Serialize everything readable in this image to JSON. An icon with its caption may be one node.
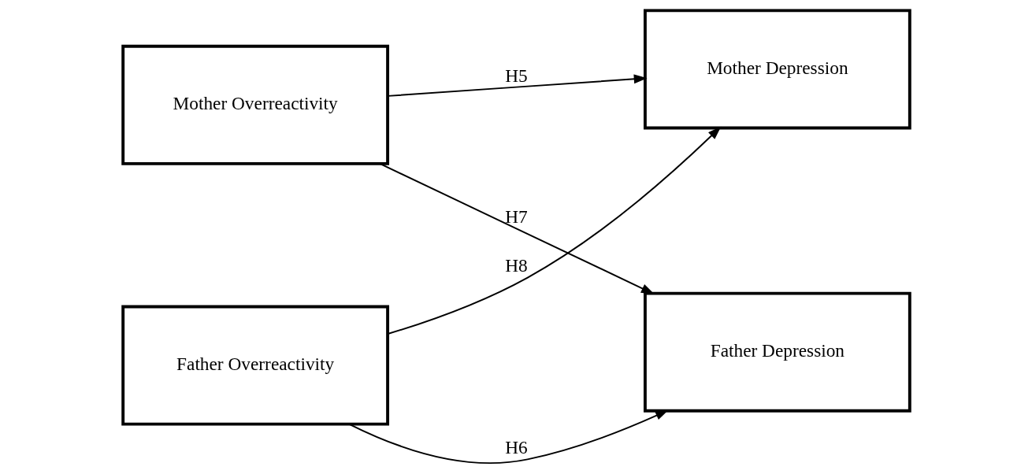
{
  "diagram": {
    "nodes": [
      {
        "text": [
          "Mother Overreactivity"
        ]
      },
      {
        "text": [
          "Mother Depression"
        ]
      },
      {
        "text": [
          "Father Overreactivity"
        ]
      },
      {
        "text": [
          "Father Depression"
        ]
      }
    ],
    "edges": [
      {
        "from": 0,
        "to": 1,
        "arrow": "to",
        "label": "H5"
      },
      {
        "from": 2,
        "to": 3,
        "arrow": "to",
        "label": "H6"
      },
      {
        "from": 0,
        "to": 3,
        "arrow": "to",
        "label": "H7"
      },
      {
        "from": 2,
        "to": 1,
        "arrow": "to",
        "label": "H8"
      }
    ]
  }
}
